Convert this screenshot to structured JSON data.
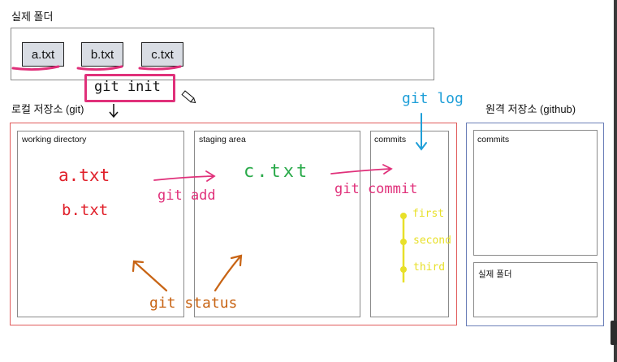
{
  "real_folder": {
    "title": "실제 폴더",
    "files": [
      "a.txt",
      "b.txt",
      "c.txt"
    ]
  },
  "annotations": {
    "git_init": "git init",
    "git_log": "git log",
    "git_add": "git add",
    "git_commit": "git commit",
    "git_status": "git status",
    "working_files": [
      "a.txt",
      "b.txt"
    ],
    "staged_file": "c.txt",
    "commit_labels": [
      "first",
      "second",
      "third"
    ]
  },
  "local_repo": {
    "title": "로컬 저장소 (git)",
    "working_directory": "working directory",
    "staging_area": "staging area",
    "commits": "commits"
  },
  "remote_repo": {
    "title": "원격 저장소 (github)",
    "commits": "commits",
    "real_folder": "실제 폴더"
  },
  "colors": {
    "red": "#e0202a",
    "pink": "#e0307a",
    "green": "#2aaa4a",
    "blue": "#1f9fd8",
    "orange": "#c86414",
    "yellow": "#e8e02a",
    "local_border": "#e05a5a",
    "remote_border": "#6b7fb8"
  }
}
